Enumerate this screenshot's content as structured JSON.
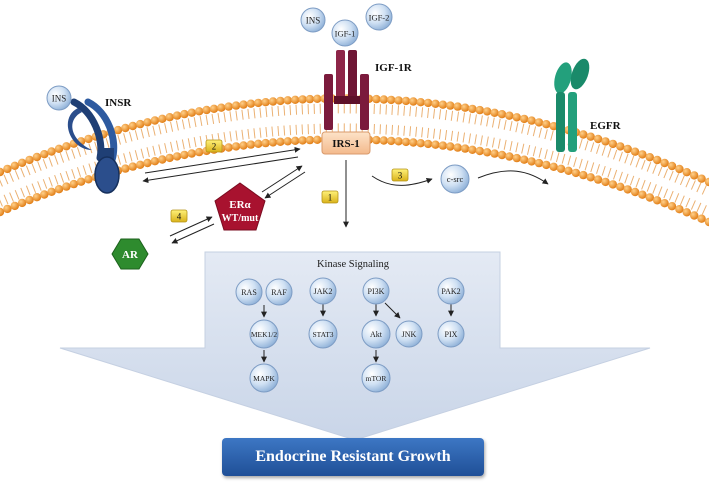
{
  "ligands": [
    "INS",
    "IGF-1",
    "IGF-2"
  ],
  "receptors": {
    "insr_ligand": "INS",
    "insr": "INSR",
    "igf1r": "IGF-1R",
    "irs1": "IRS-1",
    "egfr": "EGFR"
  },
  "nodes": {
    "csrc": "c-src",
    "er_line1": "ERα",
    "er_line2": "WT/mut",
    "ar": "AR"
  },
  "badges": [
    "1",
    "2",
    "3",
    "4"
  ],
  "kinase": {
    "title": "Kinase Signaling",
    "nodes": [
      "RAS",
      "RAF",
      "MEK1/2",
      "MAPK",
      "JAK2",
      "STAT3",
      "PI3K",
      "Akt",
      "mTOR",
      "JNK",
      "PAK2",
      "PIX"
    ]
  },
  "outcome": "Endocrine Resistant Growth",
  "colors": {
    "membrane_head": "#f08a1c",
    "insr": "#1f3f75",
    "igf1r": "#7b1a3c",
    "egfr": "#1a8a6a",
    "er": "#a8122f",
    "ar": "#2e8b2e",
    "badge": "#e6c82a",
    "arrow_panel": "#d6dfee",
    "outcome": "#2a5ea8"
  }
}
